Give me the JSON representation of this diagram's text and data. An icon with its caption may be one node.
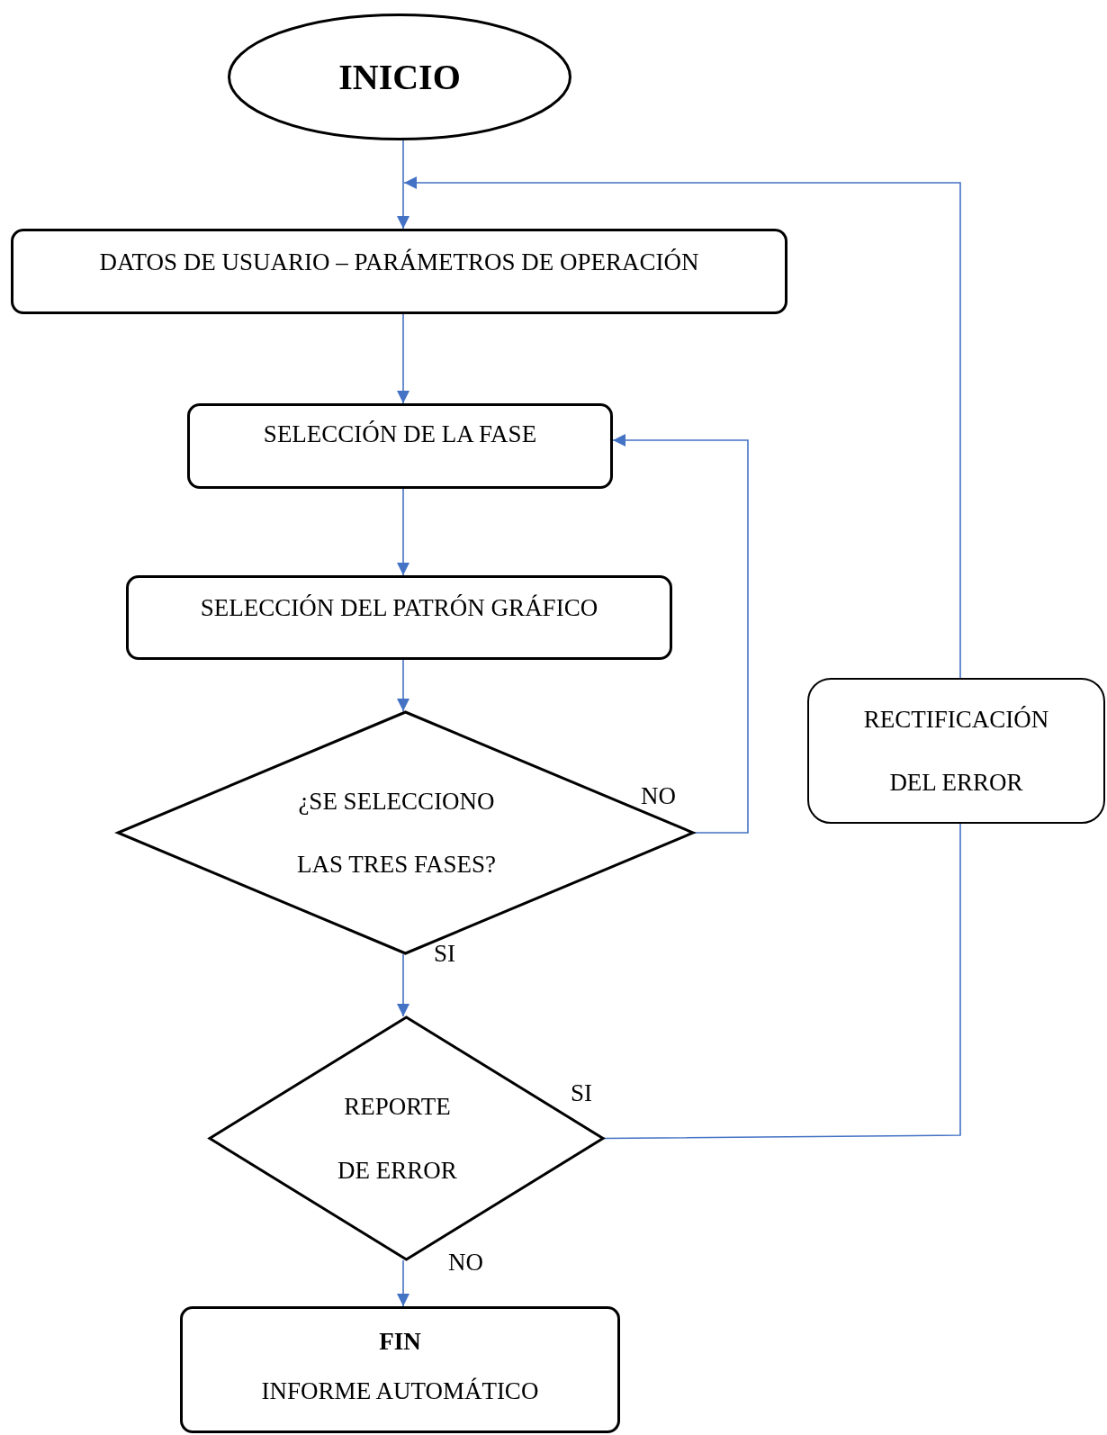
{
  "diagram": {
    "nodes": [
      {
        "text": [
          "INICIO"
        ]
      },
      {
        "text": [
          "DATOS DE USUARIO – PARÁMETROS DE OPERACIÓN"
        ]
      },
      {
        "text": [
          "SELECCIÓN DE LA FASE"
        ]
      },
      {
        "text": [
          "SELECCIÓN DEL PATRÓN GRÁFICO"
        ]
      },
      {
        "text": [
          "¿SE SELECCIONO LAS TRES FASES?"
        ]
      },
      {
        "text": [
          "REPORTE DE ERROR"
        ]
      },
      {
        "text": [
          "FIN",
          "INFORME AUTOMÁTICO"
        ]
      },
      {
        "text": [
          "RECTIFICACIÓN DEL ERROR"
        ]
      }
    ],
    "edges": [
      {
        "from": 0,
        "to": 1,
        "arrow": "to"
      },
      {
        "from": 1,
        "to": 2,
        "arrow": "to"
      },
      {
        "from": 2,
        "to": 3,
        "arrow": "to"
      },
      {
        "from": 3,
        "to": 4,
        "arrow": "to"
      },
      {
        "from": 4,
        "to": 2,
        "arrow": "to",
        "label": "NO"
      },
      {
        "from": 4,
        "to": 5,
        "arrow": "to",
        "label": "SI"
      },
      {
        "from": 5,
        "to": 6,
        "arrow": "to",
        "label": "NO"
      },
      {
        "from": 5,
        "to": 7,
        "arrow": "none",
        "label": "SI"
      },
      {
        "from": 7,
        "to": 1,
        "arrow": "to"
      }
    ]
  }
}
